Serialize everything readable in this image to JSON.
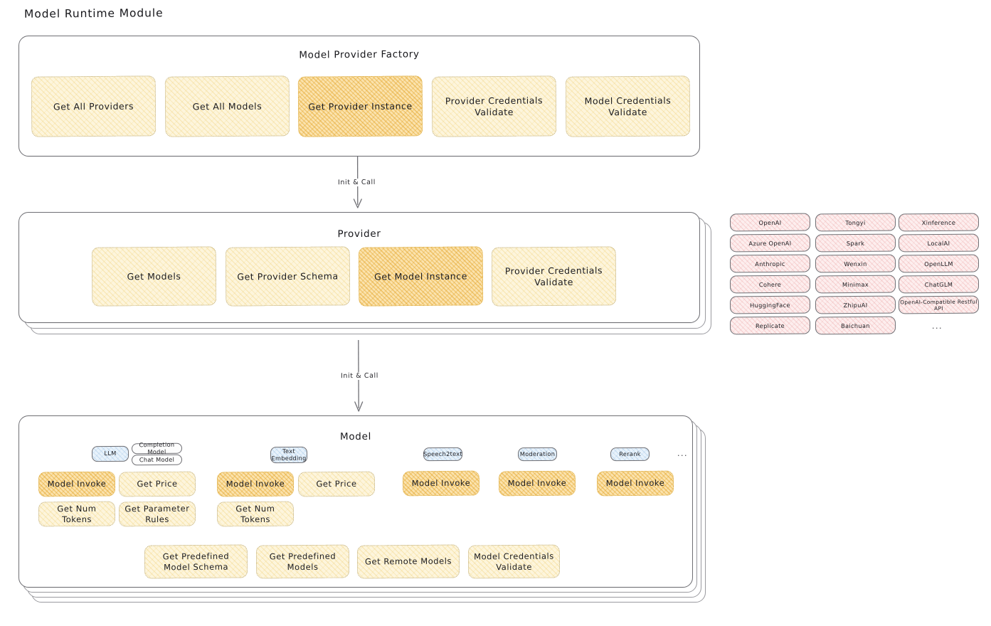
{
  "page": {
    "title": "Model Runtime Module"
  },
  "factory": {
    "title": "Model Provider Factory",
    "nodes": [
      {
        "label": "Get All Providers",
        "highlight": false
      },
      {
        "label": "Get All Models",
        "highlight": false
      },
      {
        "label": "Get Provider Instance",
        "highlight": true
      },
      {
        "label": "Provider Credentials Validate",
        "highlight": false
      },
      {
        "label": "Model Credentials Validate",
        "highlight": false
      }
    ]
  },
  "arrow1": {
    "label": "Init & Call"
  },
  "provider": {
    "title": "Provider",
    "nodes": [
      {
        "label": "Get Models",
        "highlight": false
      },
      {
        "label": "Get Provider Schema",
        "highlight": false
      },
      {
        "label": "Get Model Instance",
        "highlight": true
      },
      {
        "label": "Provider Credentials Validate",
        "highlight": false
      }
    ]
  },
  "provider_list": {
    "columns": [
      [
        "OpenAI",
        "Azure OpenAI",
        "Anthropic",
        "Cohere",
        "HuggingFace",
        "Replicate"
      ],
      [
        "Tongyi",
        "Spark",
        "Wenxin",
        "Minimax",
        "ZhipuAI",
        "Baichuan"
      ],
      [
        "Xinference",
        "LocalAI",
        "OpenLLM",
        "ChatGLM",
        "OpenAI-Compatible Restful API"
      ]
    ],
    "ellipsis": "..."
  },
  "arrow2": {
    "label": "Init & Call"
  },
  "model": {
    "title": "Model",
    "ellipsis": "...",
    "types": [
      {
        "badge": "LLM",
        "sub_badges": [
          "Completion Model",
          "Chat Model"
        ],
        "methods": [
          {
            "label": "Model Invoke",
            "highlight": true
          },
          {
            "label": "Get Price",
            "highlight": false
          },
          {
            "label": "Get Num Tokens",
            "highlight": false
          },
          {
            "label": "Get Parameter Rules",
            "highlight": false
          }
        ]
      },
      {
        "badge": "Text Embedding",
        "sub_badges": [],
        "methods": [
          {
            "label": "Model Invoke",
            "highlight": true
          },
          {
            "label": "Get Price",
            "highlight": false
          },
          {
            "label": "Get Num Tokens",
            "highlight": false
          }
        ]
      },
      {
        "badge": "Speech2text",
        "sub_badges": [],
        "methods": [
          {
            "label": "Model Invoke",
            "highlight": true
          }
        ]
      },
      {
        "badge": "Moderation",
        "sub_badges": [],
        "methods": [
          {
            "label": "Model Invoke",
            "highlight": true
          }
        ]
      },
      {
        "badge": "Rerank",
        "sub_badges": [],
        "methods": [
          {
            "label": "Model Invoke",
            "highlight": true
          }
        ]
      }
    ],
    "common_methods": [
      {
        "label": "Get Predefined Model Schema"
      },
      {
        "label": "Get Predefined Models"
      },
      {
        "label": "Get Remote Models"
      },
      {
        "label": "Model Credentials Validate"
      }
    ]
  },
  "colors": {
    "node_fill": "#fdf5dc",
    "node_highlight_fill": "#fbe3ae",
    "provider_pill_fill": "#fdeeee",
    "badge_fill": "#e8f2fb",
    "panel_border": "#8e8e93",
    "text": "#1b1b1f"
  }
}
